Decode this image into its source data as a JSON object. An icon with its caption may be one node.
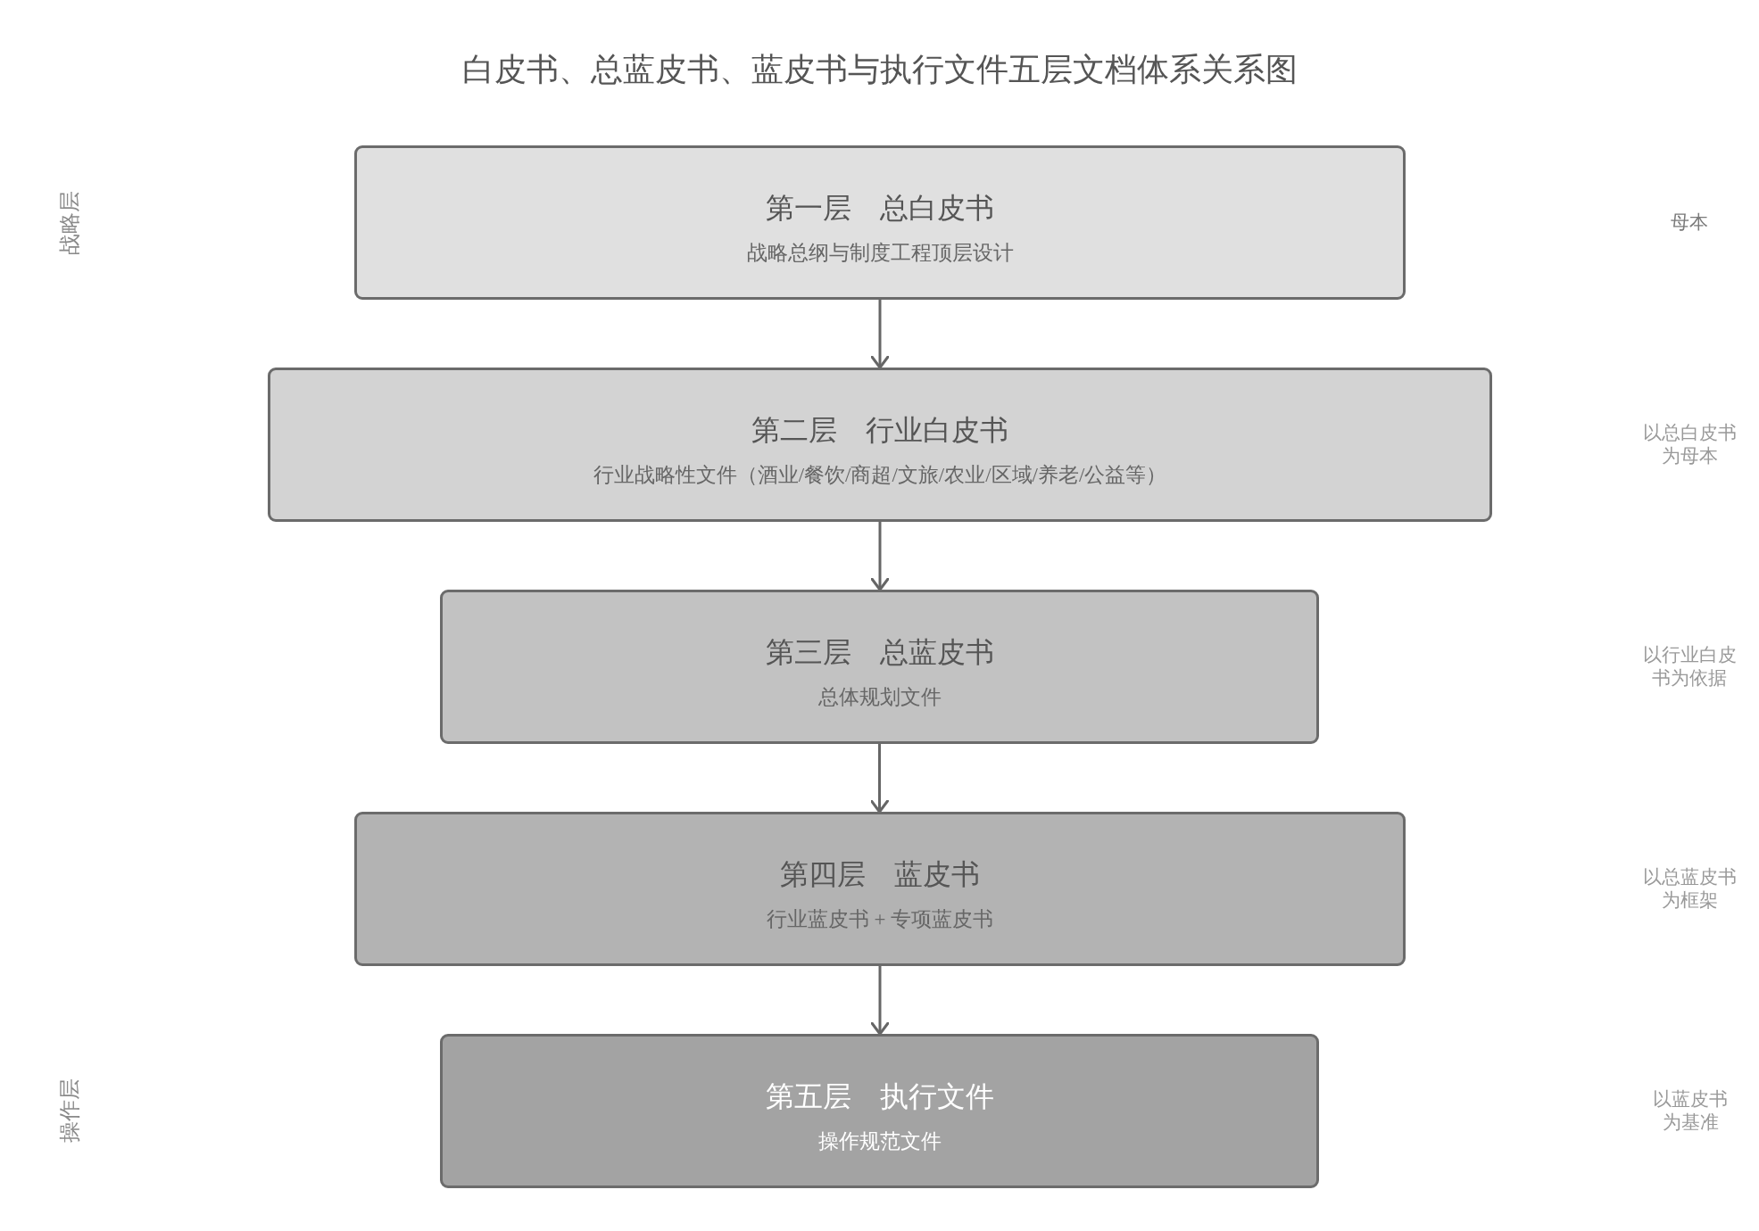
{
  "diagram": {
    "title": "白皮书、总蓝皮书、蓝皮书与执行文件五层文档体系关系图",
    "nodes": [
      {
        "text": [
          "第一层　总白皮书",
          "战略总纲与制度工程顶层设计"
        ]
      },
      {
        "text": [
          "第二层　行业白皮书",
          "行业战略性文件（酒业/餐饮/商超/文旅/农业/区域/养老/公益等）"
        ]
      },
      {
        "text": [
          "第三层　总蓝皮书",
          "总体规划文件"
        ]
      },
      {
        "text": [
          "第四层　蓝皮书",
          "行业蓝皮书 + 专项蓝皮书"
        ]
      },
      {
        "text": [
          "第五层　执行文件",
          "操作规范文件"
        ]
      }
    ],
    "edges": [
      {
        "from": 0,
        "to": 1,
        "arrow": "to"
      },
      {
        "from": 1,
        "to": 2,
        "arrow": "to"
      },
      {
        "from": 2,
        "to": 3,
        "arrow": "to"
      },
      {
        "from": 3,
        "to": 4,
        "arrow": "to"
      }
    ],
    "labels": [
      "战略层",
      "母本",
      "以总白皮书为母本",
      "以行业白皮书为依据",
      "以总蓝皮书为框架",
      "操作层",
      "以蓝皮书为基准"
    ]
  }
}
